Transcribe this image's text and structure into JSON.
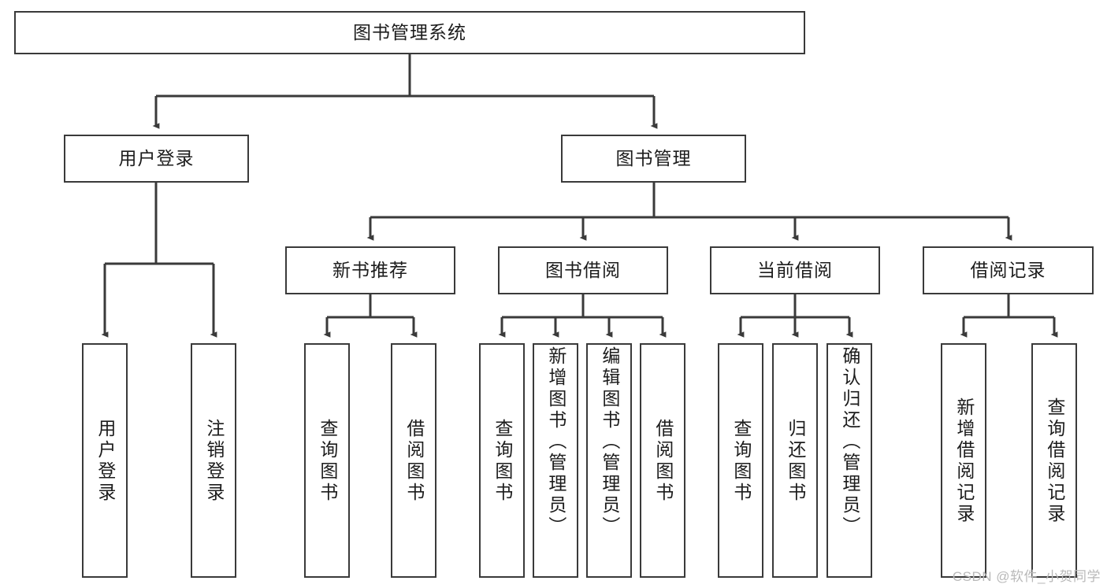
{
  "diagram": {
    "type": "tree-hierarchy",
    "title": "图书管理系统",
    "root": {
      "label": "图书管理系统"
    },
    "level2": [
      {
        "label": "用户登录"
      },
      {
        "label": "图书管理"
      }
    ],
    "level3": [
      {
        "label": "新书推荐"
      },
      {
        "label": "图书借阅"
      },
      {
        "label": "当前借阅"
      },
      {
        "label": "借阅记录"
      }
    ],
    "leaves": {
      "user_login": [
        {
          "label": "用户登录"
        },
        {
          "label": "注销登录"
        }
      ],
      "new_book_recommend": [
        {
          "label": "查询图书"
        },
        {
          "label": "借阅图书"
        }
      ],
      "book_borrow": [
        {
          "label": "查询图书"
        },
        {
          "label": "新增图书（管理员）"
        },
        {
          "label": "编辑图书（管理员）"
        },
        {
          "label": "借阅图书"
        }
      ],
      "current_borrow": [
        {
          "label": "查询图书"
        },
        {
          "label": "归还图书"
        },
        {
          "label": "确认归还（管理员）"
        }
      ],
      "borrow_record": [
        {
          "label": "新增借阅记录"
        },
        {
          "label": "查询借阅记录"
        }
      ]
    }
  },
  "watermark": {
    "text": "CSDN @软件_小贺同学"
  },
  "colors": {
    "border": "#3a3a3a",
    "text": "#1c1c1c",
    "background": "#ffffff",
    "wire": "#3a3a3a",
    "watermark": "#b9b9b9"
  }
}
